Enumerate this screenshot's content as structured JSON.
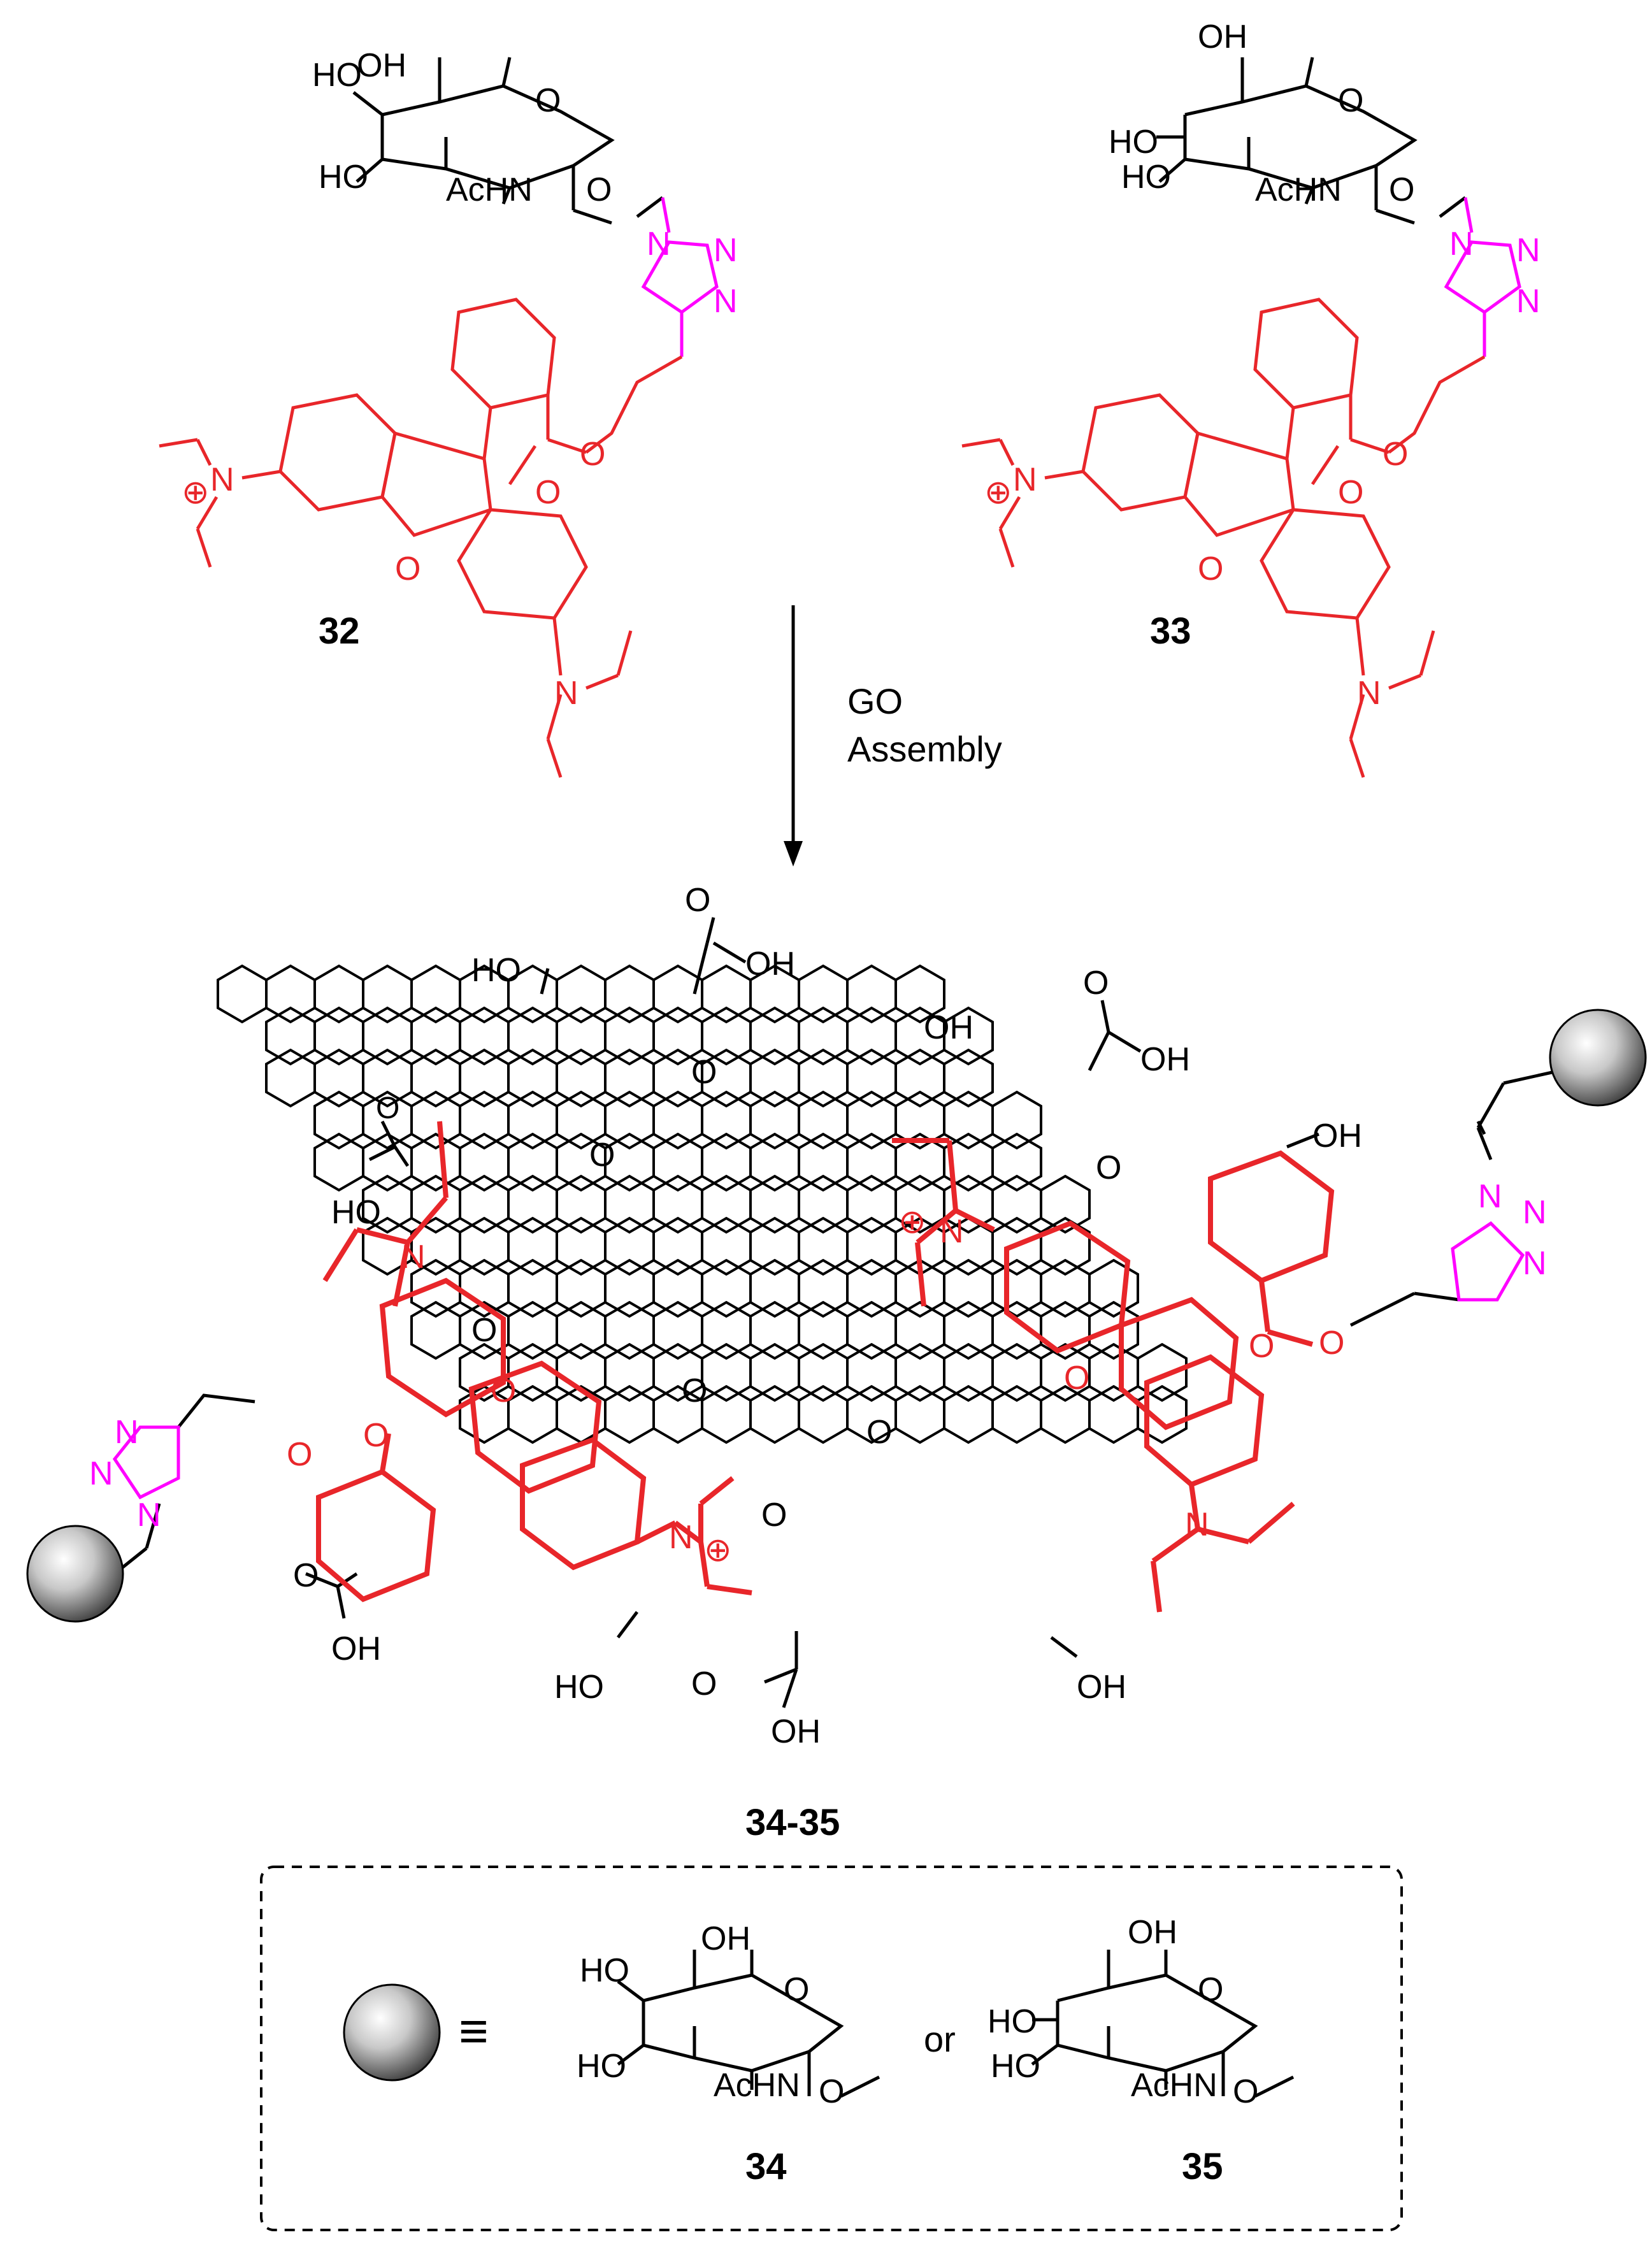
{
  "labels": {
    "compound_32": "32",
    "compound_33": "33",
    "assembly": "34-35",
    "legend_34": "34",
    "legend_35": "35"
  },
  "conditions": {
    "line1": "GO",
    "line2": "Assembly"
  },
  "legend": {
    "equivalence": "≡",
    "or_word": "or"
  },
  "atoms": {
    "oh": "OH",
    "ho": "HO",
    "o": "O",
    "achn": "AcHN",
    "n": "N",
    "plus": "⊕"
  },
  "colors": {
    "rhodamine": "#e8262a",
    "triazole": "#ff00ff",
    "skeleton": "#000000"
  },
  "icons": {
    "sugar_ball": "grey-sphere-icon"
  }
}
